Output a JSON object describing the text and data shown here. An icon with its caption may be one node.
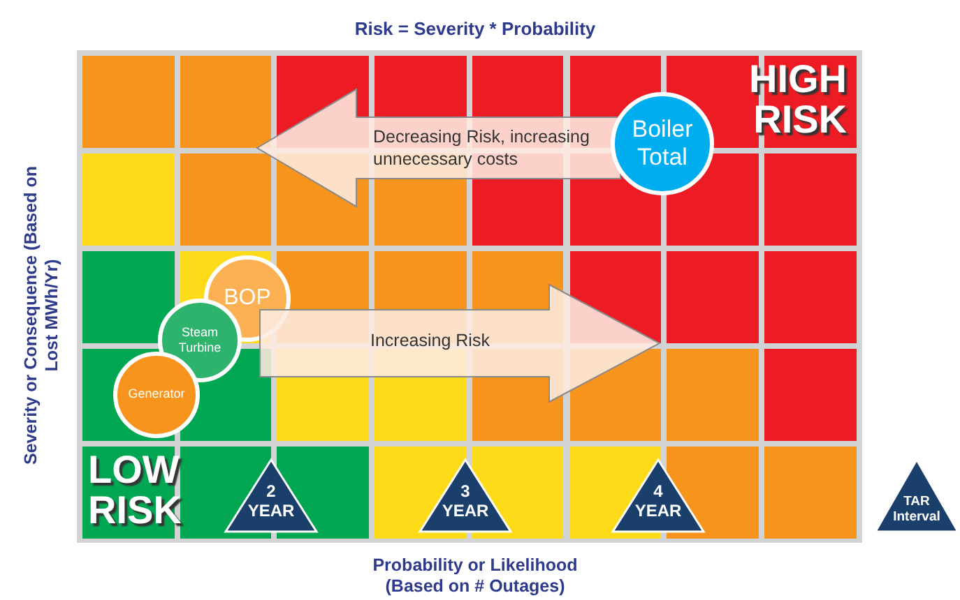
{
  "diagram": {
    "title": "Risk = Severity * Probability",
    "nodes": [
      {
        "text": [
          "Decreasing Risk, increasing unnecessary costs"
        ]
      },
      {
        "text": [
          "Boiler Total"
        ]
      },
      {
        "text": [
          "BOP"
        ]
      },
      {
        "text": [
          "Steam Turbine"
        ]
      },
      {
        "text": [
          "Generator"
        ]
      },
      {
        "text": [
          "Increasing Risk"
        ]
      },
      {
        "text": [
          "2 YEAR"
        ]
      },
      {
        "text": [
          "3 YEAR"
        ]
      },
      {
        "text": [
          "4 YEAR"
        ]
      },
      {
        "text": [
          "TAR Interval"
        ]
      }
    ],
    "labels": [
      "HIGH RISK",
      "LOW RISK",
      "Severity or Consequence (Based on Lost MWh/Yr)",
      "Probability or Likelihood (Based on # Outages)"
    ]
  }
}
